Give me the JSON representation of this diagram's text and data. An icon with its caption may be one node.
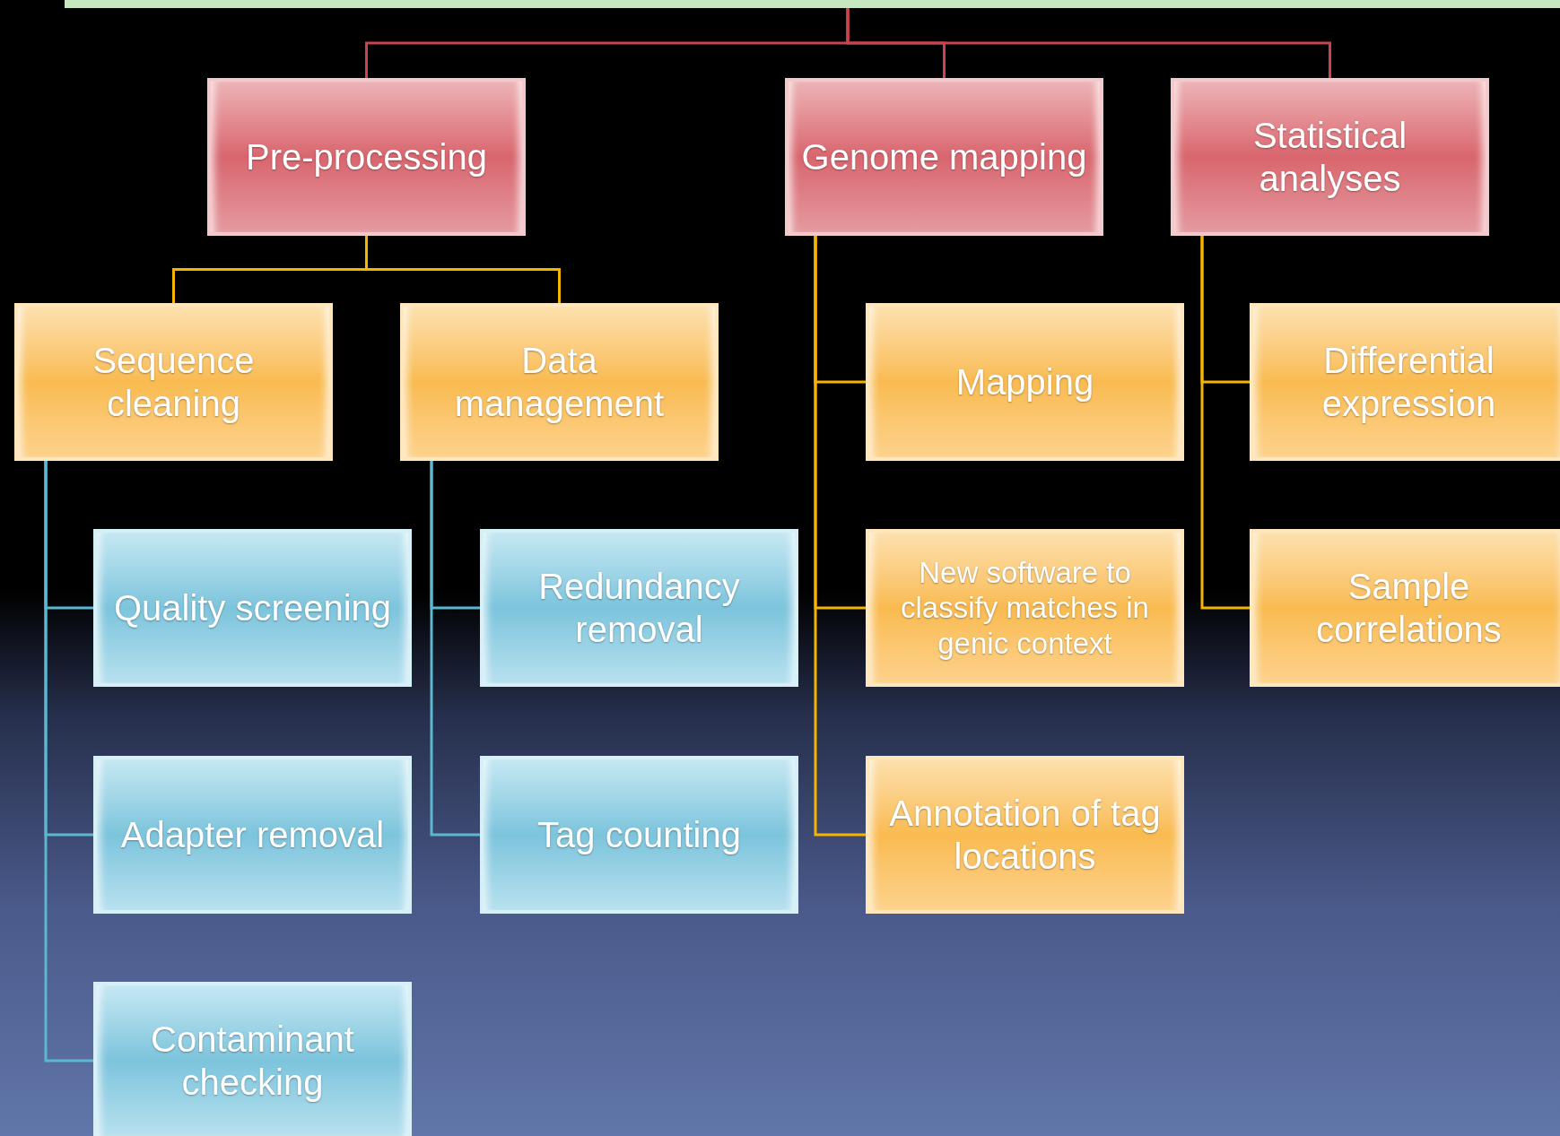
{
  "diagram": {
    "nodes": [
      {
        "text": [],
        "shape": "bar"
      },
      {
        "text": [
          "Pre-processing"
        ]
      },
      {
        "text": [
          "Genome mapping"
        ]
      },
      {
        "text": [
          "Statistical analyses"
        ]
      },
      {
        "text": [
          "Sequence cleaning"
        ]
      },
      {
        "text": [
          "Data management"
        ]
      },
      {
        "text": [
          "Mapping"
        ]
      },
      {
        "text": [
          "Differential expression"
        ]
      },
      {
        "text": [
          "Quality screening"
        ]
      },
      {
        "text": [
          "Redundancy removal"
        ]
      },
      {
        "text": [
          "New software to classify matches in genic context"
        ]
      },
      {
        "text": [
          "Sample correlations"
        ]
      },
      {
        "text": [
          "Adapter removal"
        ]
      },
      {
        "text": [
          "Tag counting"
        ]
      },
      {
        "text": [
          "Annotation of tag locations"
        ]
      },
      {
        "text": [
          "Contaminant checking"
        ]
      }
    ],
    "edges": [
      {
        "from": 0,
        "to": 1,
        "arrow": "none",
        "color": "#c9444c"
      },
      {
        "from": 0,
        "to": 2,
        "arrow": "none",
        "color": "#c9444c"
      },
      {
        "from": 0,
        "to": 3,
        "arrow": "none",
        "color": "#c9444c"
      },
      {
        "from": 1,
        "to": 4,
        "arrow": "none"
      },
      {
        "from": 1,
        "to": 5,
        "arrow": "none"
      },
      {
        "from": 2,
        "to": 6,
        "arrow": "none"
      },
      {
        "from": 2,
        "to": 10,
        "arrow": "none"
      },
      {
        "from": 2,
        "to": 14,
        "arrow": "none"
      },
      {
        "from": 3,
        "to": 7,
        "arrow": "none"
      },
      {
        "from": 3,
        "to": 11,
        "arrow": "none"
      },
      {
        "from": 4,
        "to": 8,
        "arrow": "none",
        "color": "#5bb8d0"
      },
      {
        "from": 4,
        "to": 12,
        "arrow": "none",
        "color": "#5bb8d0"
      },
      {
        "from": 4,
        "to": 15,
        "arrow": "none",
        "color": "#5bb8d0"
      },
      {
        "from": 5,
        "to": 9,
        "arrow": "none",
        "color": "#5bb8d0"
      },
      {
        "from": 5,
        "to": 13,
        "arrow": "none",
        "color": "#5bb8d0"
      }
    ]
  }
}
